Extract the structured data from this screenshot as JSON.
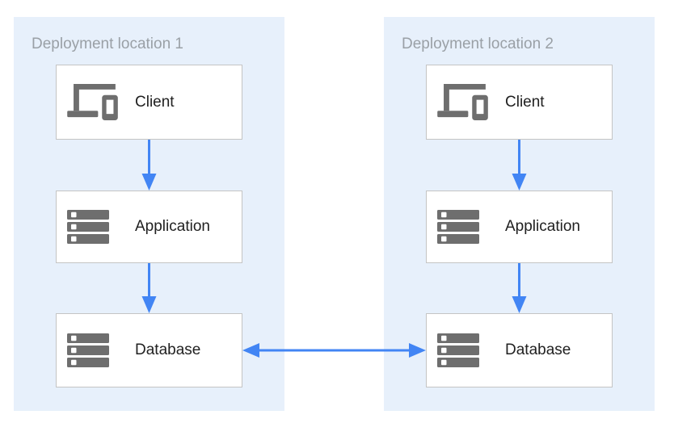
{
  "diagram": {
    "panels": [
      {
        "title": "Deployment location 1",
        "nodes": [
          {
            "label": "Client",
            "icon": "devices-icon"
          },
          {
            "label": "Application",
            "icon": "server-stack-icon"
          },
          {
            "label": "Database",
            "icon": "server-stack-icon"
          }
        ]
      },
      {
        "title": "Deployment location 2",
        "nodes": [
          {
            "label": "Client",
            "icon": "devices-icon"
          },
          {
            "label": "Application",
            "icon": "server-stack-icon"
          },
          {
            "label": "Database",
            "icon": "server-stack-icon"
          }
        ]
      }
    ],
    "connections": [
      {
        "from": "Client (location 1)",
        "to": "Application (location 1)",
        "direction": "down"
      },
      {
        "from": "Application (location 1)",
        "to": "Database (location 1)",
        "direction": "down"
      },
      {
        "from": "Client (location 2)",
        "to": "Application (location 2)",
        "direction": "down"
      },
      {
        "from": "Application (location 2)",
        "to": "Database (location 2)",
        "direction": "down"
      },
      {
        "from": "Database (location 1)",
        "to": "Database (location 2)",
        "direction": "bidirectional"
      }
    ]
  },
  "colors": {
    "panel_bg": "#E7F0FB",
    "arrow_blue": "#4285F4",
    "icon_gray": "#6E6E6E",
    "box_border": "#C4C4C4",
    "title_gray": "#9AA0A6",
    "label_dark": "#212121"
  }
}
